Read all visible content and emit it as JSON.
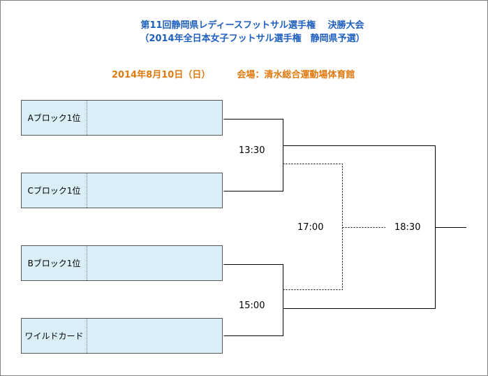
{
  "header": {
    "title_line1": "第11回静岡県レディースフットサル選手権　 決勝大会",
    "title_line2": "（2014年全日本女子フットサル選手権　静岡県予選）",
    "date": "2014年8月10日（日）",
    "venue": "会場：清水総合運動場体育館"
  },
  "teams": {
    "a": "Aブロック1位",
    "c": "Cブロック1位",
    "b": "Bブロック1位",
    "w": "ワイルドカード"
  },
  "times": {
    "semifinal1": "13:30",
    "semifinal2": "15:00",
    "third_place": "17:00",
    "final": "18:30"
  },
  "colors": {
    "title": "#1f5fbf",
    "date": "#e07a10",
    "box_fill": "#daeef8"
  }
}
